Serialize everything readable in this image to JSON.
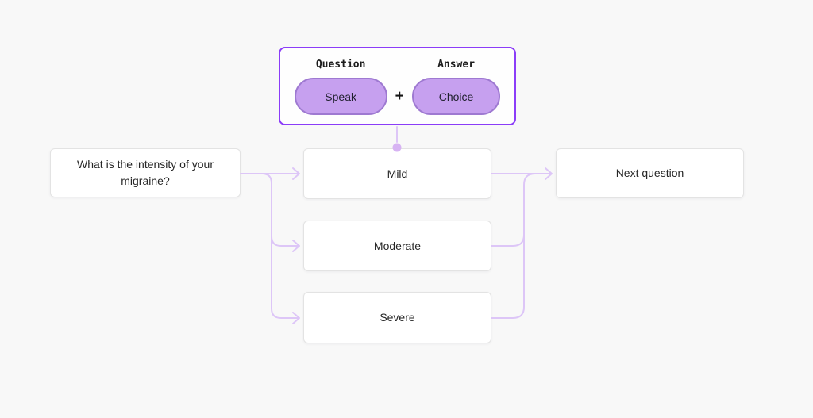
{
  "legend": {
    "question_label": "Question",
    "answer_label": "Answer",
    "speak_label": "Speak",
    "choice_label": "Choice",
    "plus": "+"
  },
  "nodes": {
    "question": {
      "label": "What is the intensity of your migraine?"
    },
    "mild": {
      "label": "Mild"
    },
    "moderate": {
      "label": "Moderate"
    },
    "severe": {
      "label": "Severe"
    },
    "next_question": {
      "label": "Next question"
    }
  },
  "edges": [
    {
      "from": "question",
      "to": "mild"
    },
    {
      "from": "question",
      "to": "moderate"
    },
    {
      "from": "question",
      "to": "severe"
    },
    {
      "from": "mild",
      "to": "next_question"
    },
    {
      "from": "moderate",
      "to": "next_question"
    },
    {
      "from": "severe",
      "to": "next_question"
    },
    {
      "from": "legend",
      "to": "mild"
    }
  ],
  "colors": {
    "canvas_bg": "#f8f8f8",
    "accent": "#8b3df8",
    "pill_fill": "#c6a0ef",
    "pill_border": "#9e79d1",
    "connector": "#ddc6f7",
    "dot": "#d7b3f3",
    "node_bg": "#ffffff",
    "node_border": "#e3e3e3",
    "text": "#262626"
  }
}
